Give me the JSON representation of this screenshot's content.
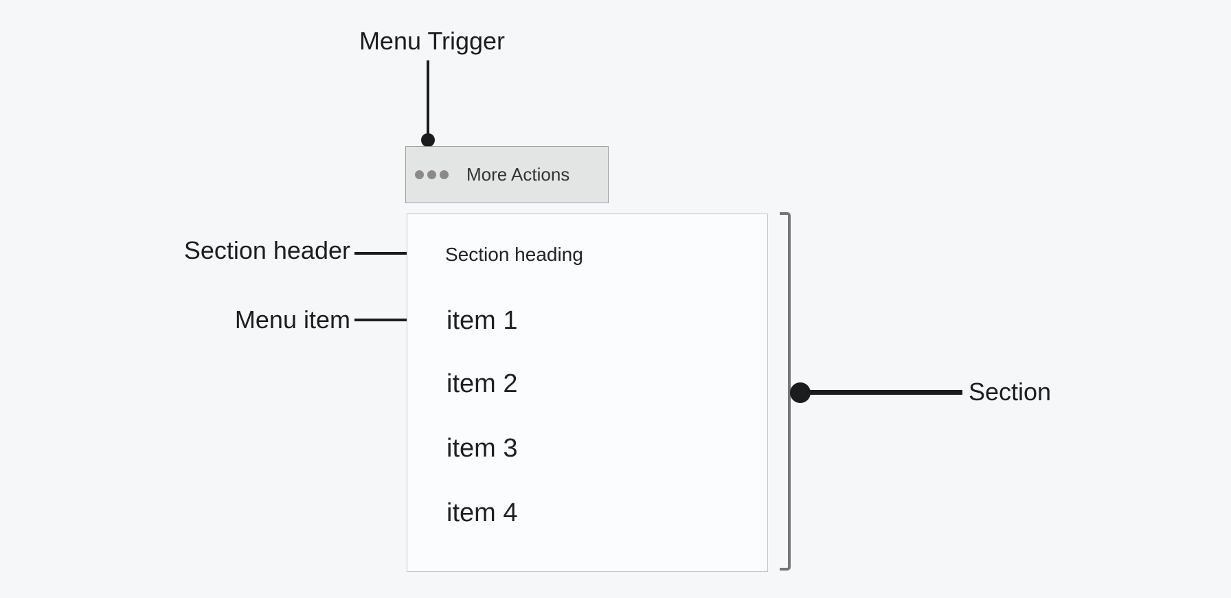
{
  "diagram": {
    "annotations": {
      "menu_trigger": "Menu Trigger",
      "section_header": "Section header",
      "menu_item": "Menu item",
      "section": "Section"
    },
    "trigger": {
      "label": "More Actions",
      "icon": "ellipsis-icon"
    },
    "menu": {
      "section_heading": "Section heading",
      "items": [
        "item 1",
        "item 2",
        "item 3",
        "item 4"
      ]
    },
    "colors": {
      "page_background": "#f6f7f9",
      "annotation_ink": "#1b1c1e",
      "button_background": "#e3e4e4",
      "button_border": "#9e9e9e",
      "ellipsis_dot": "#8a8a8a",
      "panel_background": "#fbfcfd",
      "panel_border": "#c4c5c8",
      "bracket_gray": "#757678",
      "text": "#1f2022"
    }
  }
}
